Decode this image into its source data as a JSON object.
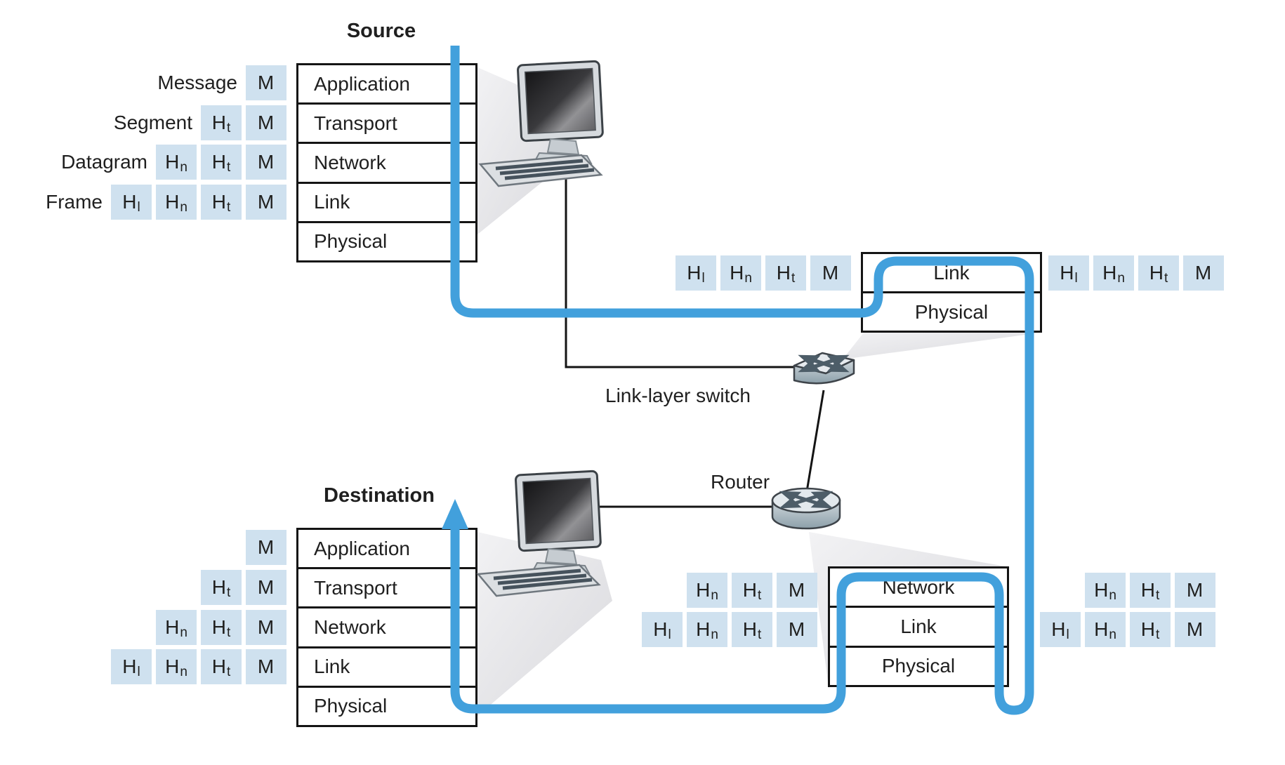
{
  "titles": {
    "source": "Source",
    "destination": "Destination",
    "switch": "Link-layer switch",
    "router": "Router"
  },
  "stacks": {
    "source": {
      "layers": [
        "Application",
        "Transport",
        "Network",
        "Link",
        "Physical"
      ]
    },
    "destination": {
      "layers": [
        "Application",
        "Transport",
        "Network",
        "Link",
        "Physical"
      ]
    },
    "switch": {
      "layers": [
        "Link",
        "Physical"
      ]
    },
    "router": {
      "layers": [
        "Network",
        "Link",
        "Physical"
      ]
    }
  },
  "pdu_labels": [
    "Message",
    "Segment",
    "Datagram",
    "Frame"
  ],
  "cells": {
    "m": {
      "base": "M",
      "sub": ""
    },
    "ht": {
      "base": "H",
      "sub": "t"
    },
    "hn": {
      "base": "H",
      "sub": "n"
    },
    "hl": {
      "base": "H",
      "sub": "l"
    }
  },
  "encapsulation": {
    "message": [
      "M"
    ],
    "segment": [
      "Ht",
      "M"
    ],
    "datagram": [
      "Hn",
      "Ht",
      "M"
    ],
    "frame": [
      "Hl",
      "Hn",
      "Ht",
      "M"
    ]
  },
  "frame_groups": {
    "switch_left": [
      "Hl",
      "Hn",
      "Ht",
      "M"
    ],
    "switch_right": [
      "Hl",
      "Hn",
      "Ht",
      "M"
    ],
    "router_left": {
      "datagram_row": [
        "Hn",
        "Ht",
        "M"
      ],
      "frame_row": [
        "Hl",
        "Hn",
        "Ht",
        "M"
      ]
    },
    "router_right": {
      "datagram_row": [
        "Hn",
        "Ht",
        "M"
      ],
      "frame_row": [
        "Hl",
        "Hn",
        "Ht",
        "M"
      ]
    }
  },
  "icons": {
    "source_host": "computer-icon",
    "destination_host": "computer-icon",
    "switch": "link-layer-switch-icon",
    "router": "router-icon"
  },
  "colors": {
    "path_blue": "#42a0dc",
    "box_blue": "#cfe1ef",
    "stack_border": "#141414",
    "beam_gray": "#e9e9ec"
  }
}
